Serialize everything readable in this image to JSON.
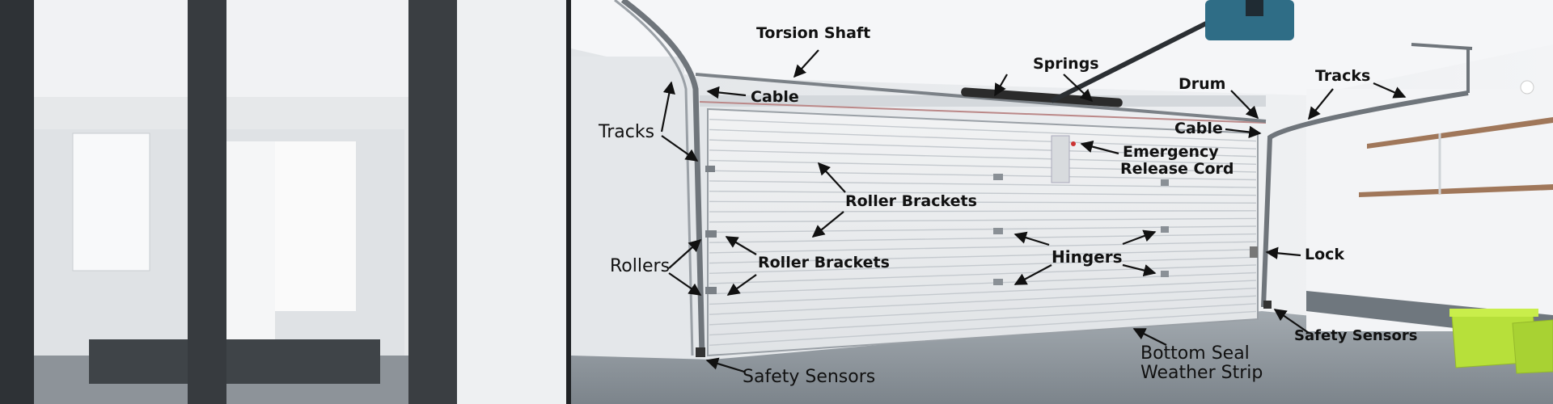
{
  "labels": {
    "torsion_shaft": "Torsion Shaft",
    "springs": "Springs",
    "drum": "Drum",
    "tracks_right": "Tracks",
    "cable_left": "Cable",
    "cable_right": "Cable",
    "tracks_left": "Tracks",
    "emergency_line1": "Emergency",
    "emergency_line2": "Release Cord",
    "roller_brackets_upper": "Roller Brackets",
    "roller_brackets_lower": "Roller Brackets",
    "rollers": "Rollers",
    "hingers": "Hingers",
    "lock": "Lock",
    "bottom_seal_line1": "Bottom Seal",
    "bottom_seal_line2": "Weather Strip",
    "safety_sensors_bottom": "Safety Sensors",
    "safety_sensors_right": "Safety Sensors"
  },
  "colors": {
    "ceiling": "#f4f5f7",
    "wall": "#eceef0",
    "floor": "#8f979d",
    "door": "#e9ebed",
    "track": "#6f757b",
    "opener": "#2f6d86",
    "spring": "#2b2b2b",
    "bin": "#b7e03a",
    "arrow": "#111111"
  }
}
